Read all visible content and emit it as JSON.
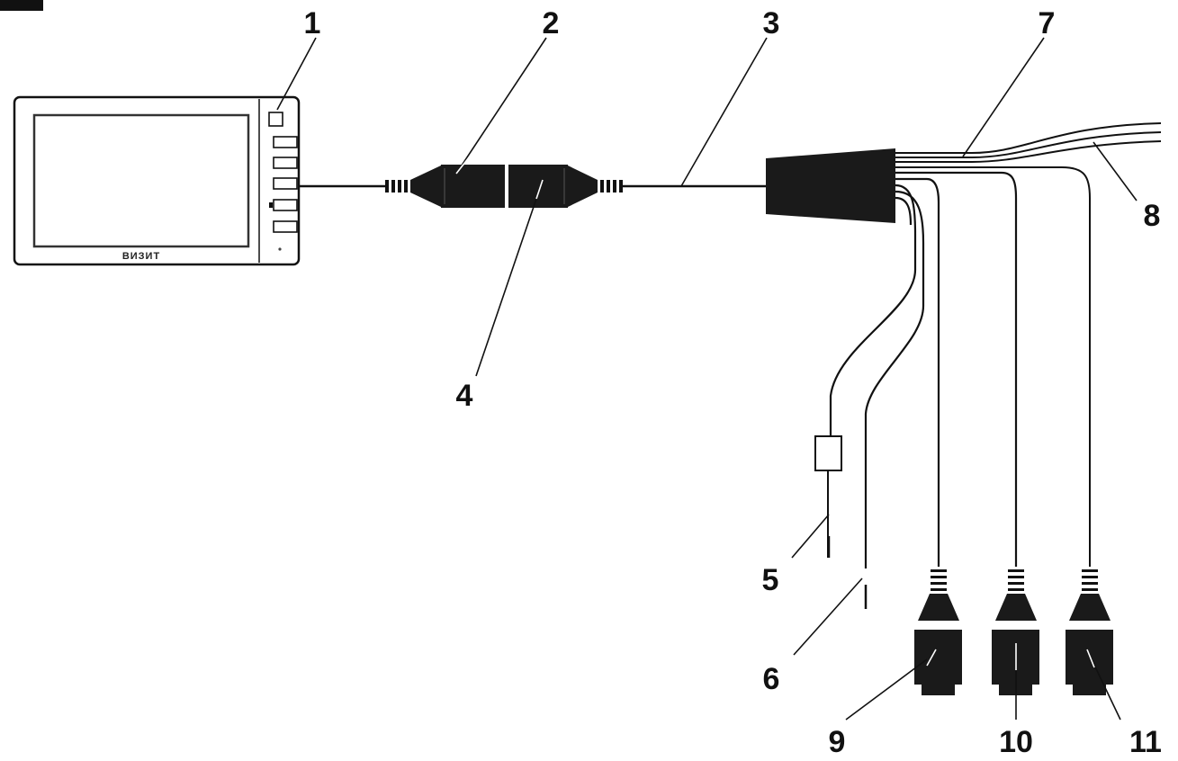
{
  "colors": {
    "background": "#ffffff",
    "ink": "#111111",
    "connector": "#1a1a1a",
    "screen_outline": "#333333"
  },
  "monitor": {
    "logo": "ВИЗИТ",
    "button_marks": [
      "",
      "",
      "",
      "",
      ""
    ]
  },
  "callouts": [
    {
      "id": "1",
      "label": "1",
      "target": "monitor"
    },
    {
      "id": "2",
      "label": "2",
      "target": "connector-left-half"
    },
    {
      "id": "3",
      "label": "3",
      "target": "main-cable"
    },
    {
      "id": "4",
      "label": "4",
      "target": "connector-right-half"
    },
    {
      "id": "5",
      "label": "5",
      "target": "wire-with-fuse"
    },
    {
      "id": "6",
      "label": "6",
      "target": "wire-bare"
    },
    {
      "id": "7",
      "label": "7",
      "target": "upper-wire-bundle"
    },
    {
      "id": "8",
      "label": "8",
      "target": "lower-wire-bundle"
    },
    {
      "id": "9",
      "label": "9",
      "target": "camera-plug-1"
    },
    {
      "id": "10",
      "label": "10",
      "target": "camera-plug-2"
    },
    {
      "id": "11",
      "label": "11",
      "target": "camera-plug-3"
    }
  ]
}
